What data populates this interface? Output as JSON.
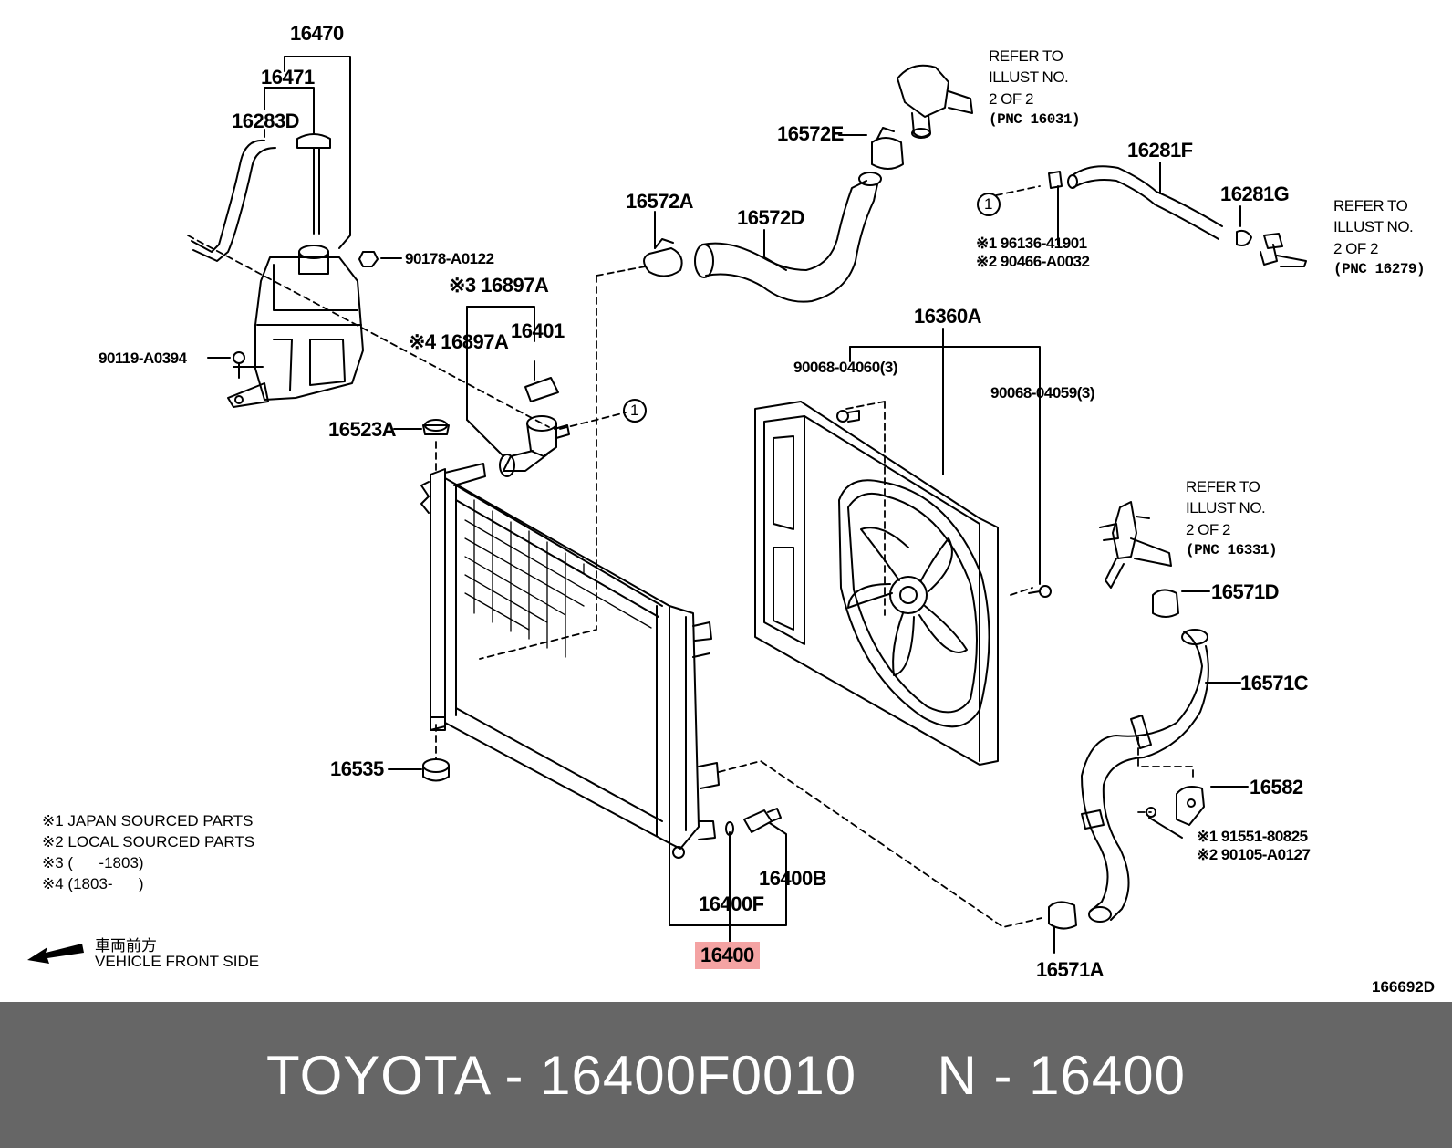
{
  "parts": {
    "p16470": "16470",
    "p16471": "16471",
    "p16283D": "16283D",
    "p90178": "90178-A0122",
    "p90119": "90119-A0394",
    "p16897A_3": "※3 16897A",
    "p16401": "16401",
    "p16897A_4": "※4 16897A",
    "p16523A": "16523A",
    "p16535": "16535",
    "p16572A": "16572A",
    "p16572D": "16572D",
    "p16572E": "16572E",
    "p16281F": "16281F",
    "p16281G": "16281G",
    "p96136": "※1 96136-41901",
    "p90466": "※2 90466-A0032",
    "p16360A": "16360A",
    "p90068_60": "90068-04060(3)",
    "p90068_59": "90068-04059(3)",
    "p16571D": "16571D",
    "p16571C": "16571C",
    "p16582": "16582",
    "p91551": "※1 91551-80825",
    "p90105": "※2 90105-A0127",
    "p16400B": "16400B",
    "p16400F": "16400F",
    "p16400": "16400",
    "p16571A": "16571A"
  },
  "refs": {
    "ref1": {
      "l1": "REFER TO",
      "l2": "ILLUST NO.",
      "l3": "2 OF 2",
      "pnc": "(PNC 16031)"
    },
    "ref2": {
      "l1": "REFER TO",
      "l2": "ILLUST NO.",
      "l3": "2 OF 2",
      "pnc": "(PNC 16279)"
    },
    "ref3": {
      "l1": "REFER TO",
      "l2": "ILLUST NO.",
      "l3": "2 OF 2",
      "pnc": "(PNC 16331)"
    }
  },
  "circle_marker": "1",
  "notes": [
    "※1 JAPAN SOURCED PARTS",
    "※2 LOCAL SOURCED PARTS",
    "※3 (      -1803)",
    "※4 (1803-      )"
  ],
  "front": {
    "jp": "車両前方",
    "en": "VEHICLE FRONT SIDE"
  },
  "diagram_id": "166692D",
  "footer": "TOYOTA - 16400F0010     N - 16400",
  "colors": {
    "footer_bg": "#666666",
    "highlight": "#f4a3a3"
  }
}
